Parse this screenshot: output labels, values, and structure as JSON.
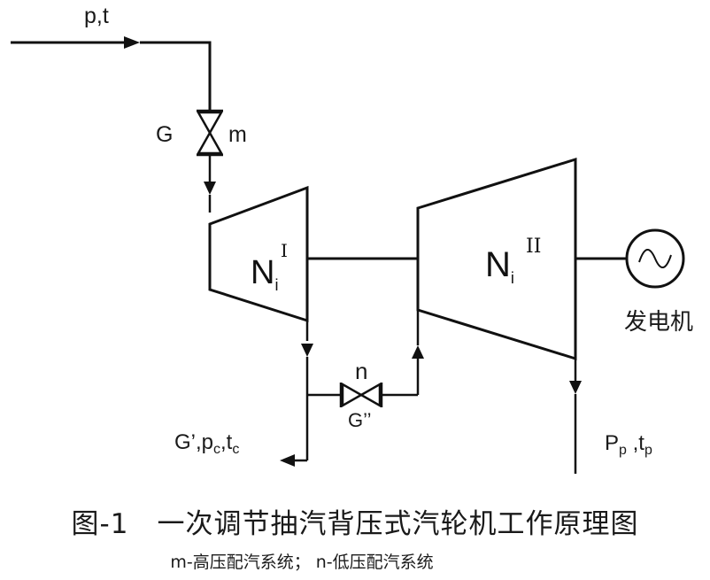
{
  "inlet": {
    "label": "p,t"
  },
  "inlet_valve": {
    "flow_label": "G",
    "name_label": "m"
  },
  "turbine_hp": {
    "main": "N",
    "sub": "i",
    "sup": "I"
  },
  "turbine_lp": {
    "main": "N",
    "sub": "i",
    "sup": "II"
  },
  "generator": {
    "label": "发电机"
  },
  "bypass_valve": {
    "name_label": "n",
    "flow_label": "G’’"
  },
  "extraction": {
    "label": "G’,p",
    "p_sub": "c",
    "sep": ",t",
    "t_sub": "c"
  },
  "exhaust": {
    "label": "P",
    "p_sub": "p",
    "sep": " ,t",
    "t_sub": "p"
  },
  "caption": {
    "title": "图-1　一次调节抽汽背压式汽轮机工作原理图",
    "note": "m-高压配汽系统；  n-低压配汽系统"
  },
  "colors": {
    "line": "#111111",
    "text": "#1a1a1a",
    "background": "#ffffff"
  }
}
